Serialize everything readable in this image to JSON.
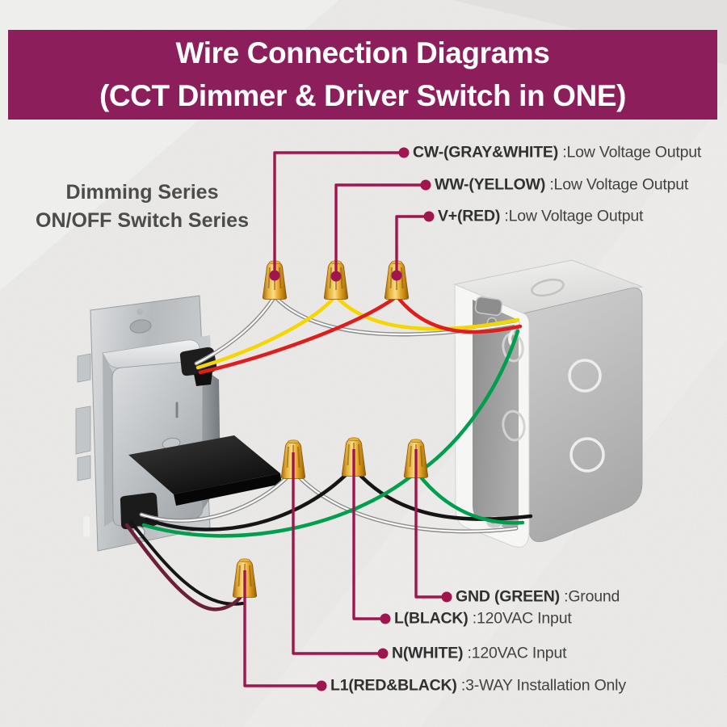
{
  "title": {
    "line1": "Wire Connection Diagrams",
    "line2": "(CCT Dimmer & Driver Switch in ONE)"
  },
  "series_note": {
    "line1": "Dimming Series",
    "line2": "ON/OFF Switch Series"
  },
  "top_labels": [
    {
      "bold": "CW-(GRAY&WHITE)",
      "rest": " :Low Voltage Output"
    },
    {
      "bold": "WW-(YELLOW)",
      "rest": " :Low Voltage Output"
    },
    {
      "bold": "V+(RED)",
      "rest": " :Low Voltage Output"
    }
  ],
  "bottom_labels": [
    {
      "bold": "GND (GREEN)",
      "rest": " :Ground"
    },
    {
      "bold": "L(BLACK)",
      "rest": " :120VAC Input"
    },
    {
      "bold": "N(WHITE)",
      "rest": " :120VAC Input"
    },
    {
      "bold": "L1(RED&BLACK)",
      "rest": " :3-WAY Installation Only"
    }
  ],
  "colors": {
    "banner": "#8C1E5C",
    "leader": "#A1154E",
    "wire_yellow": "#F5D600",
    "wire_red": "#E01D1D",
    "wire_green": "#009F4D",
    "wire_black": "#151515",
    "wire_white": "#FBFBFB",
    "wire_red_black": "#6B1F38",
    "wire_nut": "#E3A62B"
  }
}
